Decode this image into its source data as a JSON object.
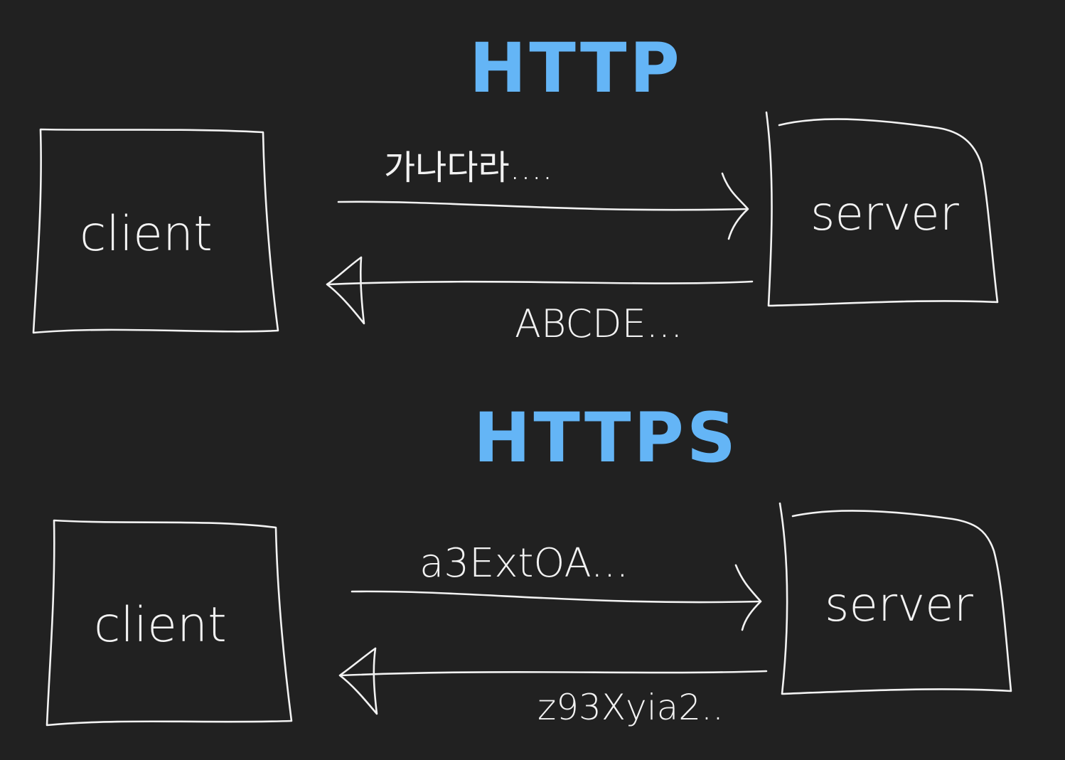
{
  "http": {
    "title": "HTTP",
    "client_label": "client",
    "server_label": "server",
    "request_text": "가나다라....",
    "response_text": "ABCDE..."
  },
  "https": {
    "title": "HTTPS",
    "client_label": "client",
    "server_label": "server",
    "request_text": "a3ExtOA...",
    "response_text": "z93Xyia2.."
  },
  "colors": {
    "background": "#212121",
    "stroke": "#f2f2f2",
    "title": "#64b5f6"
  }
}
